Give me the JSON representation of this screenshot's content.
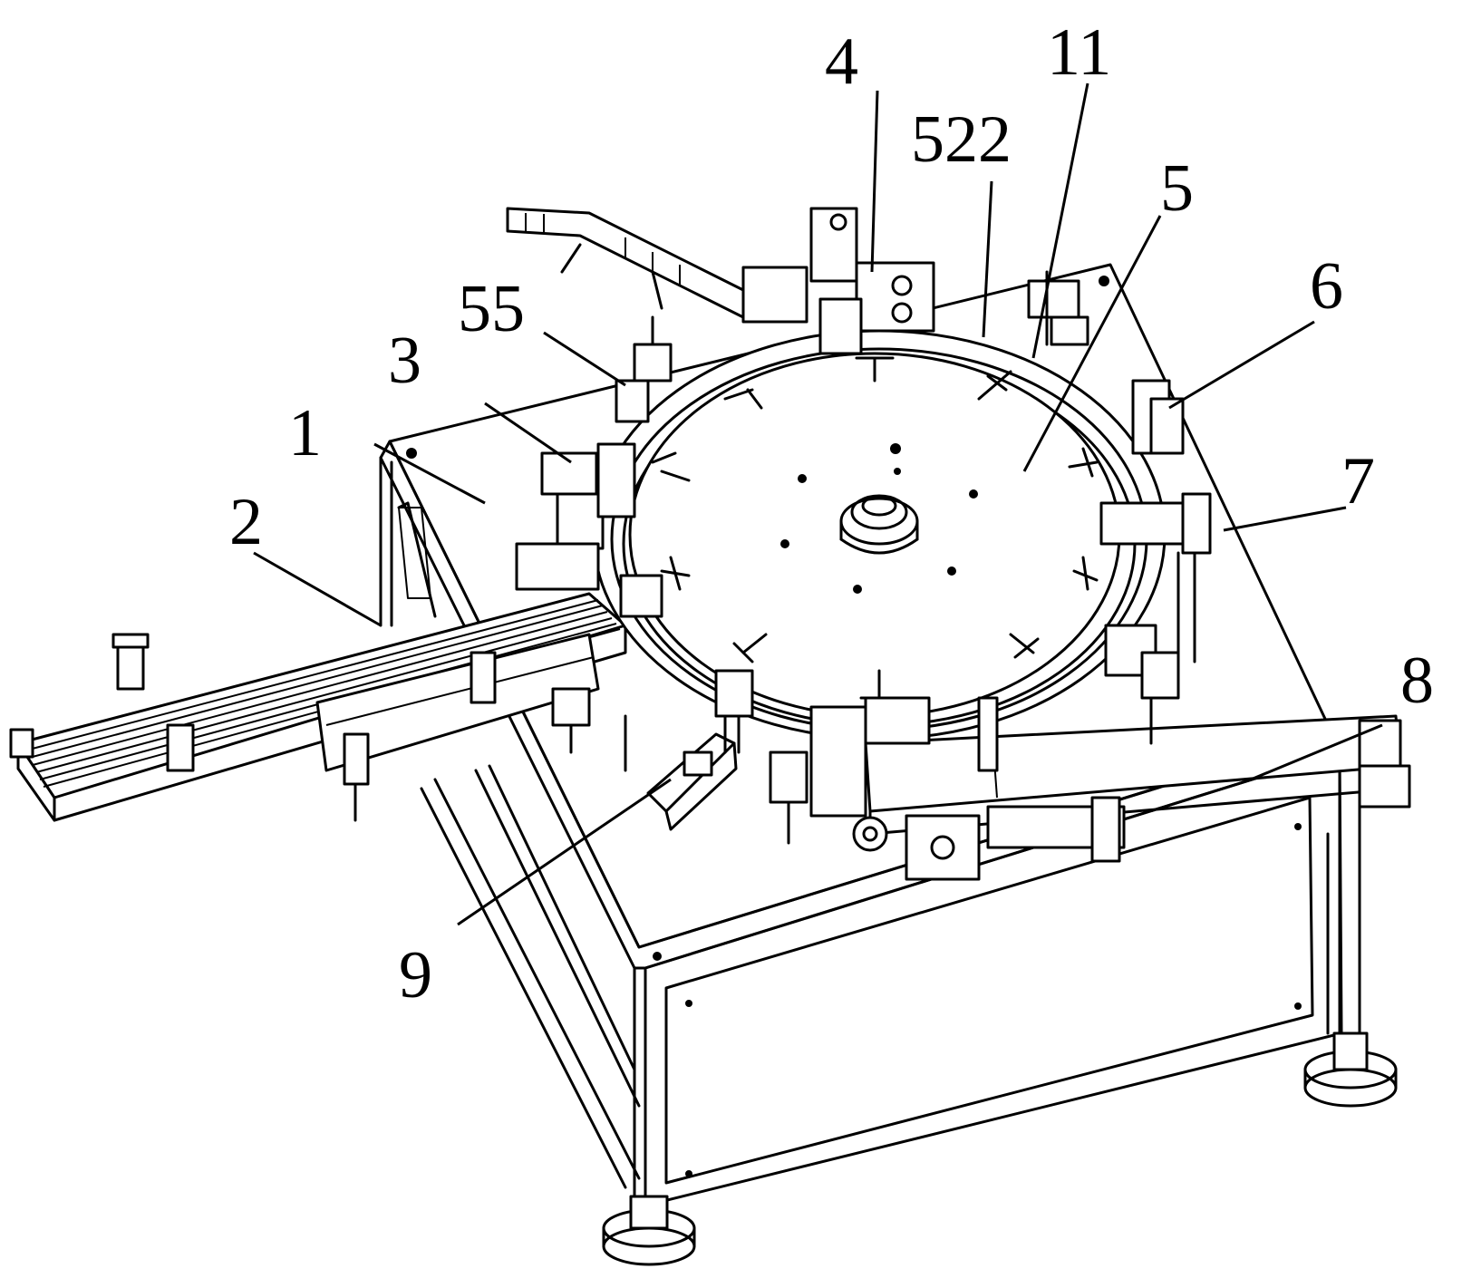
{
  "labels": [
    {
      "id": "1",
      "text": "1"
    },
    {
      "id": "2",
      "text": "2"
    },
    {
      "id": "3",
      "text": "3"
    },
    {
      "id": "55",
      "text": "55"
    },
    {
      "id": "4",
      "text": "4"
    },
    {
      "id": "522",
      "text": "522"
    },
    {
      "id": "11",
      "text": "11"
    },
    {
      "id": "5",
      "text": "5"
    },
    {
      "id": "6",
      "text": "6"
    },
    {
      "id": "7",
      "text": "7"
    },
    {
      "id": "8",
      "text": "8"
    },
    {
      "id": "9",
      "text": "9"
    }
  ]
}
